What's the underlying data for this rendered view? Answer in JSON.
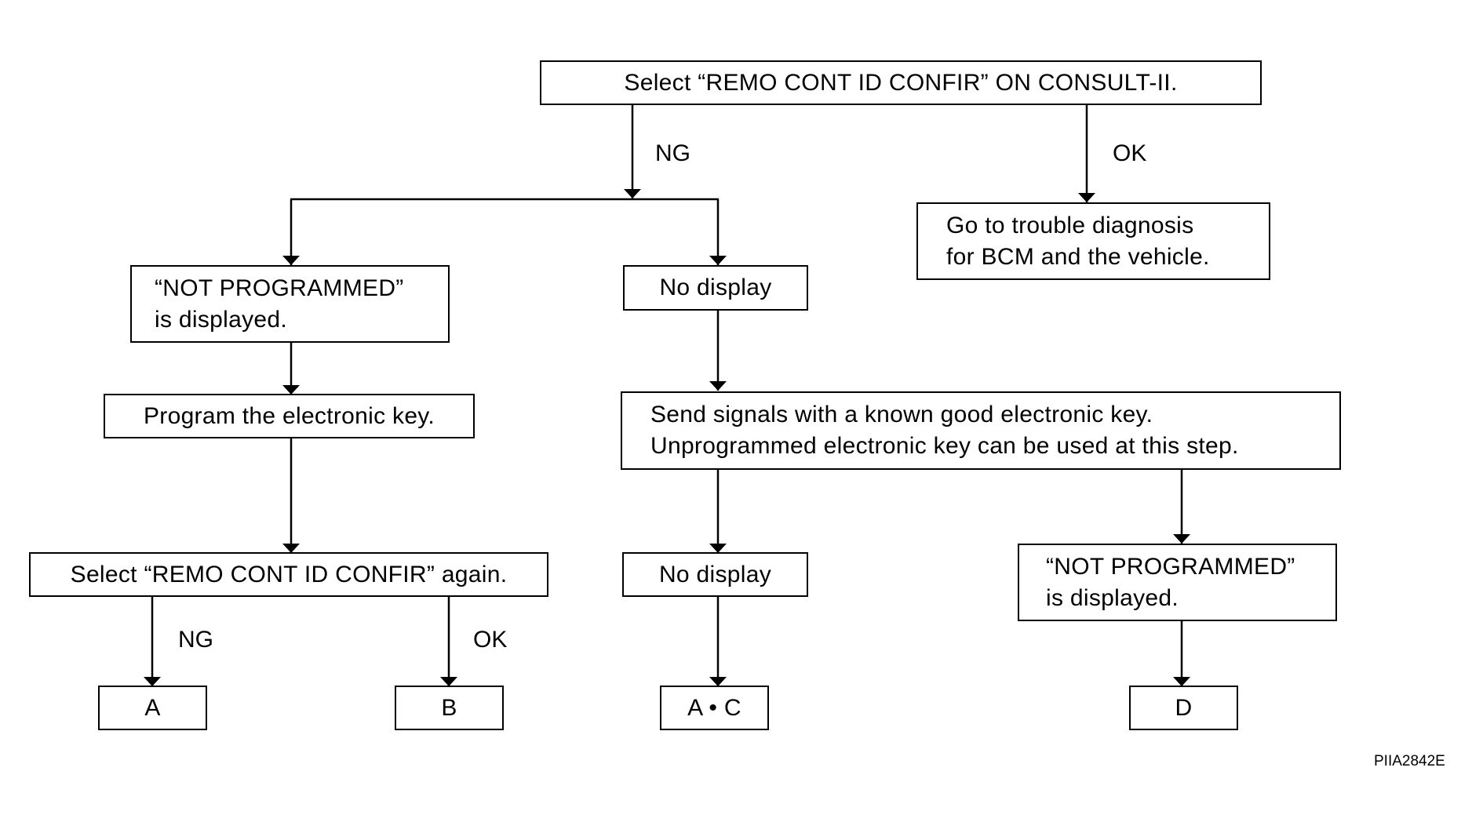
{
  "boxes": {
    "start": "Select “REMO CONT ID CONFIR” ON CONSULT-II.",
    "go_trouble": [
      "Go to trouble diagnosis",
      "for BCM and the vehicle."
    ],
    "not_programmed_1": [
      "“NOT PROGRAMMED”",
      "is displayed."
    ],
    "no_display_1": "No display",
    "program_key": "Program the electronic key.",
    "send_signals": [
      "Send signals with a known good electronic key.",
      "Unprogrammed electronic key can be used at this step."
    ],
    "select_again": "Select “REMO CONT ID CONFIR” again.",
    "no_display_2": "No display",
    "not_programmed_2": [
      "“NOT PROGRAMMED”",
      "is displayed."
    ],
    "result_a": "A",
    "result_b": "B",
    "result_ac": "A • C",
    "result_d": "D"
  },
  "labels": {
    "ng_top": "NG",
    "ok_top": "OK",
    "ng_bottom": "NG",
    "ok_bottom": "OK"
  },
  "figure_code": "PIIA2842E"
}
